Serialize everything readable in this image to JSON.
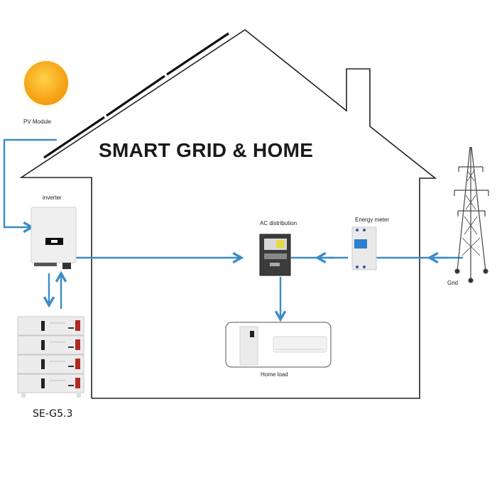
{
  "diagram": {
    "title": "SMART GRID &  HOME",
    "colors": {
      "flow_line": "#3a8cc6",
      "outline": "#222222",
      "sun_core": "#f7a81b",
      "sun_glow": "#fde07a"
    },
    "components": {
      "pv_module": {
        "label": "PV Module",
        "icon": "sun-icon"
      },
      "inverter": {
        "label": "inverter",
        "icon": "inverter-icon"
      },
      "battery": {
        "label": "SE-G5.3",
        "icon": "battery-stack-icon"
      },
      "ac_distribution": {
        "label": "AC distribution",
        "icon": "distribution-box-icon"
      },
      "energy_meter": {
        "label": "Energy meter",
        "icon": "energy-meter-icon"
      },
      "grid": {
        "label": "Grid",
        "icon": "power-tower-icon"
      },
      "home_load": {
        "label": "Home load",
        "icon": "appliances-icon"
      }
    },
    "flows": [
      {
        "from": "PV Module",
        "to": "inverter"
      },
      {
        "from": "inverter",
        "to": "SE-G5.3"
      },
      {
        "from": "SE-G5.3",
        "to": "inverter"
      },
      {
        "from": "inverter",
        "to": "AC distribution"
      },
      {
        "from": "Energy meter",
        "to": "AC distribution"
      },
      {
        "from": "Grid",
        "to": "Energy meter"
      },
      {
        "from": "AC distribution",
        "to": "Home load"
      }
    ]
  }
}
